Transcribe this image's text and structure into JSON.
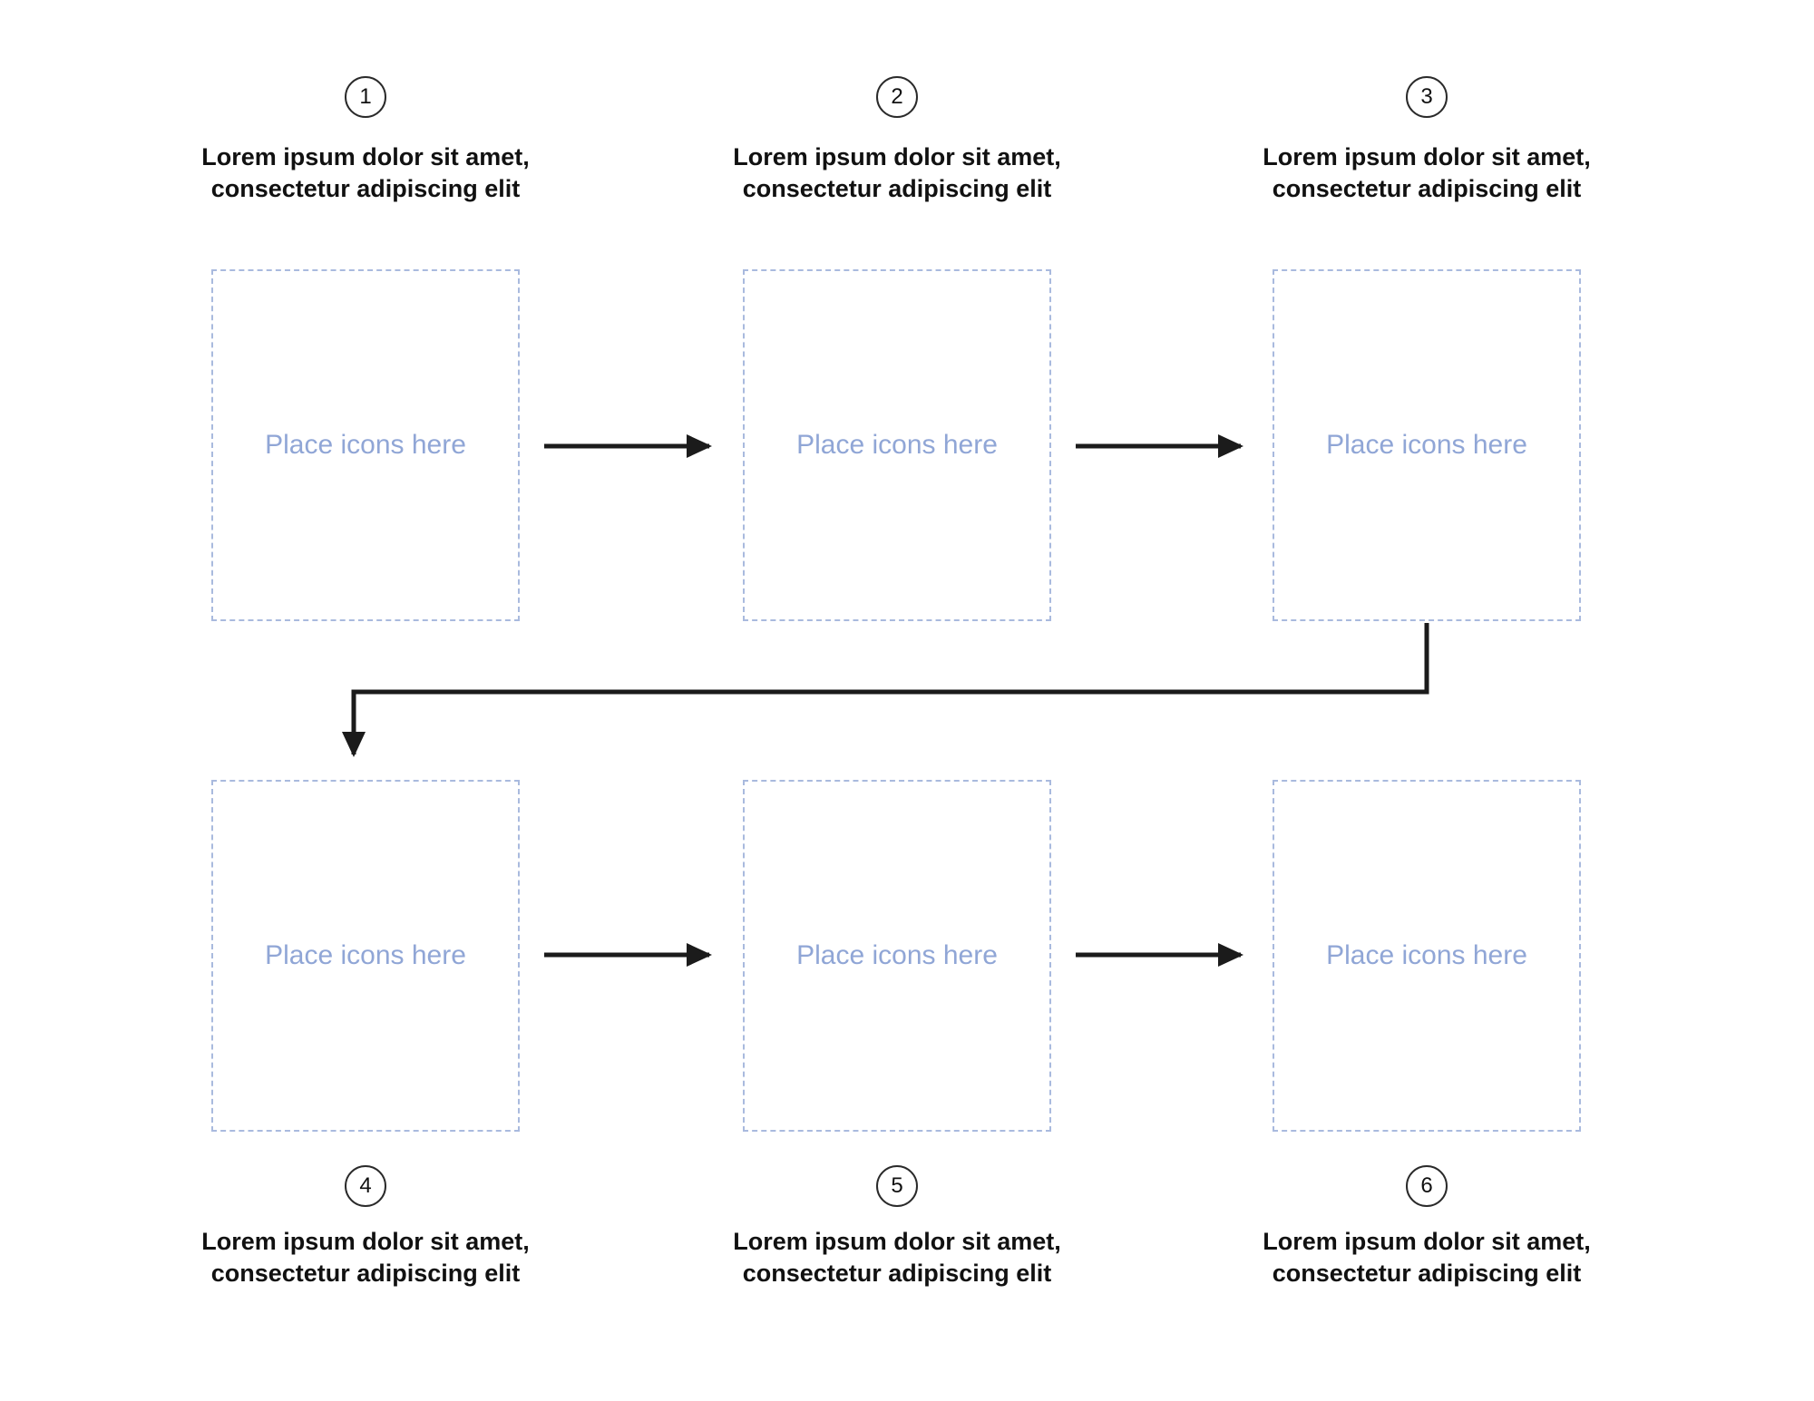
{
  "diagram": {
    "steps": [
      {
        "number": "1",
        "caption": "Lorem ipsum dolor sit amet, consectetur adipiscing elit",
        "placeholder": "Place icons here"
      },
      {
        "number": "2",
        "caption": "Lorem ipsum dolor sit amet, consectetur adipiscing elit",
        "placeholder": "Place icons here"
      },
      {
        "number": "3",
        "caption": "Lorem ipsum dolor sit amet, consectetur adipiscing elit",
        "placeholder": "Place icons here"
      },
      {
        "number": "4",
        "caption": "Lorem ipsum dolor sit amet, consectetur adipiscing elit",
        "placeholder": "Place icons here"
      },
      {
        "number": "5",
        "caption": "Lorem ipsum dolor sit amet, consectetur adipiscing elit",
        "placeholder": "Place icons here"
      },
      {
        "number": "6",
        "caption": "Lorem ipsum dolor sit amet, consectetur adipiscing elit",
        "placeholder": "Place icons here"
      }
    ],
    "icons": [
      {
        "name": "arrow-right-icon"
      },
      {
        "name": "elbow-arrow-down-icon"
      }
    ],
    "colors": {
      "box_border": "#a9bade",
      "placeholder_text": "#90a6d6",
      "arrow": "#1b1b1b",
      "circle_border": "#2a2a2a",
      "text": "#111111",
      "bg": "#ffffff"
    }
  }
}
